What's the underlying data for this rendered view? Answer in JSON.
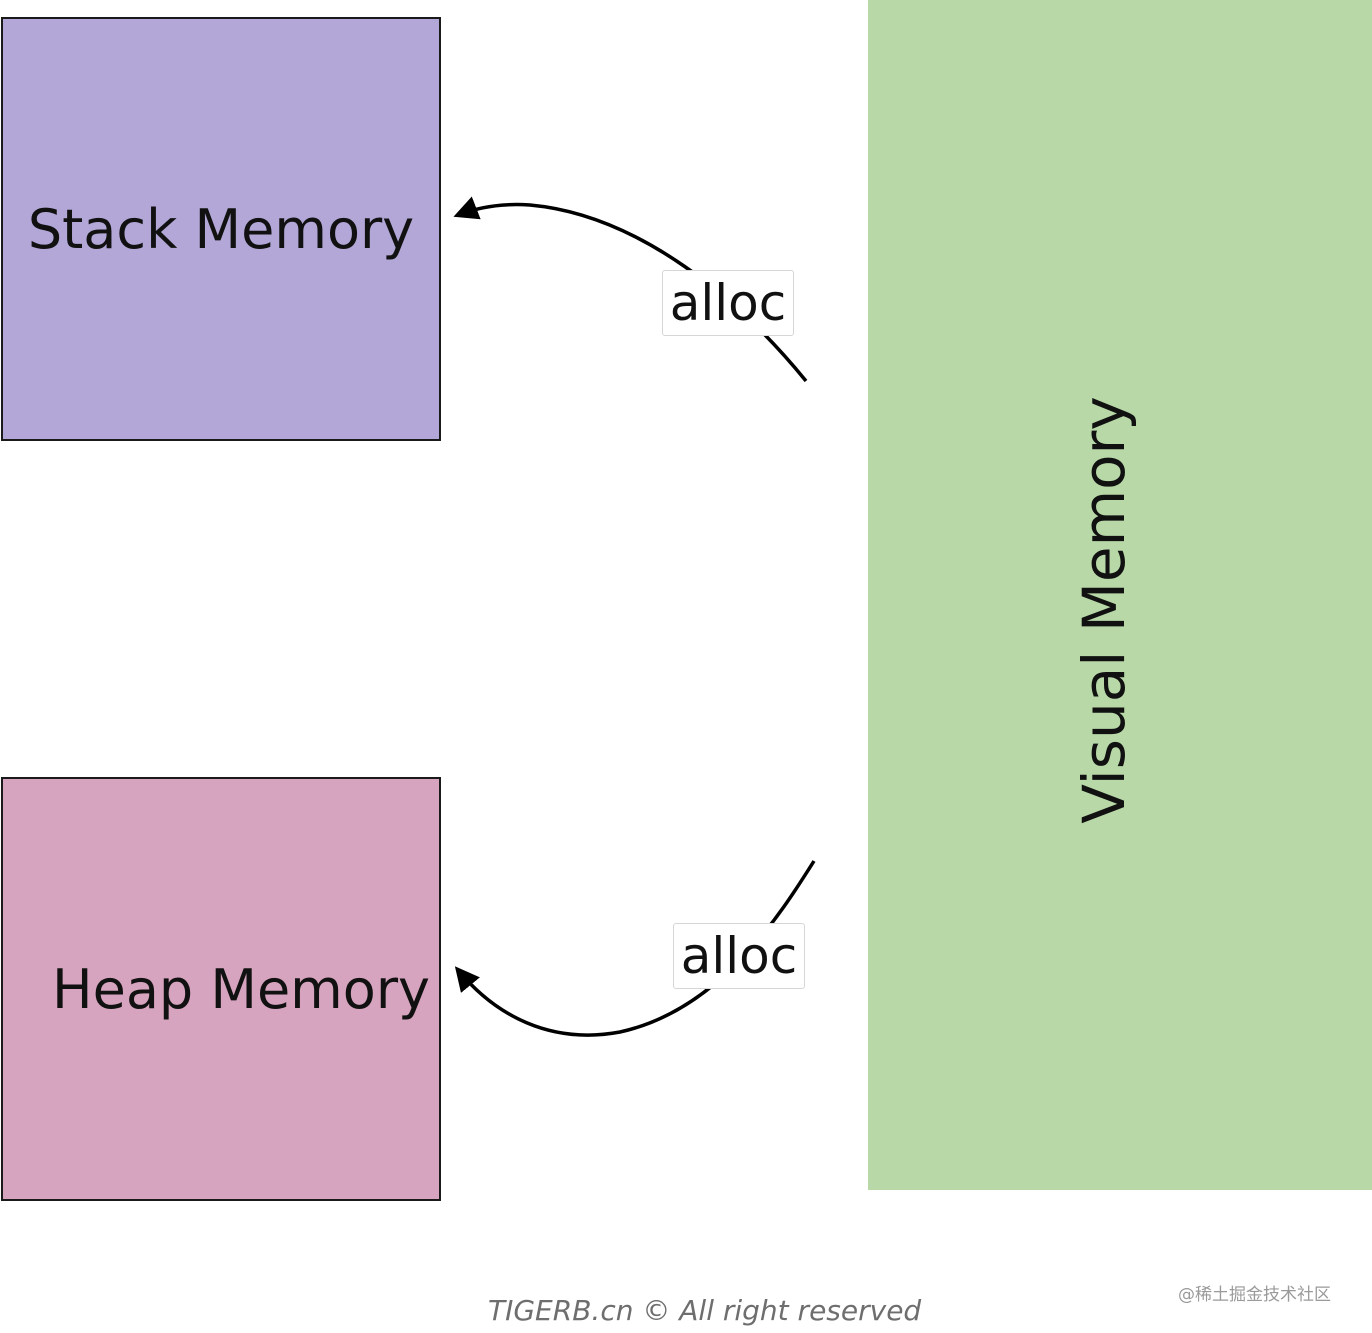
{
  "nodes": {
    "stack": {
      "label": "Stack Memory",
      "color": "#b2a7d6"
    },
    "heap": {
      "label": "Heap Memory",
      "color": "#d6a4be"
    },
    "visual": {
      "label": "Visual Memory",
      "color": "#b8d8a8"
    }
  },
  "edges": [
    {
      "from": "visual",
      "to": "stack",
      "label": "alloc"
    },
    {
      "from": "visual",
      "to": "heap",
      "label": "alloc"
    }
  ],
  "footer": {
    "copyright": "TIGERB.cn © All right reserved",
    "watermark": "@稀土掘金技术社区"
  }
}
